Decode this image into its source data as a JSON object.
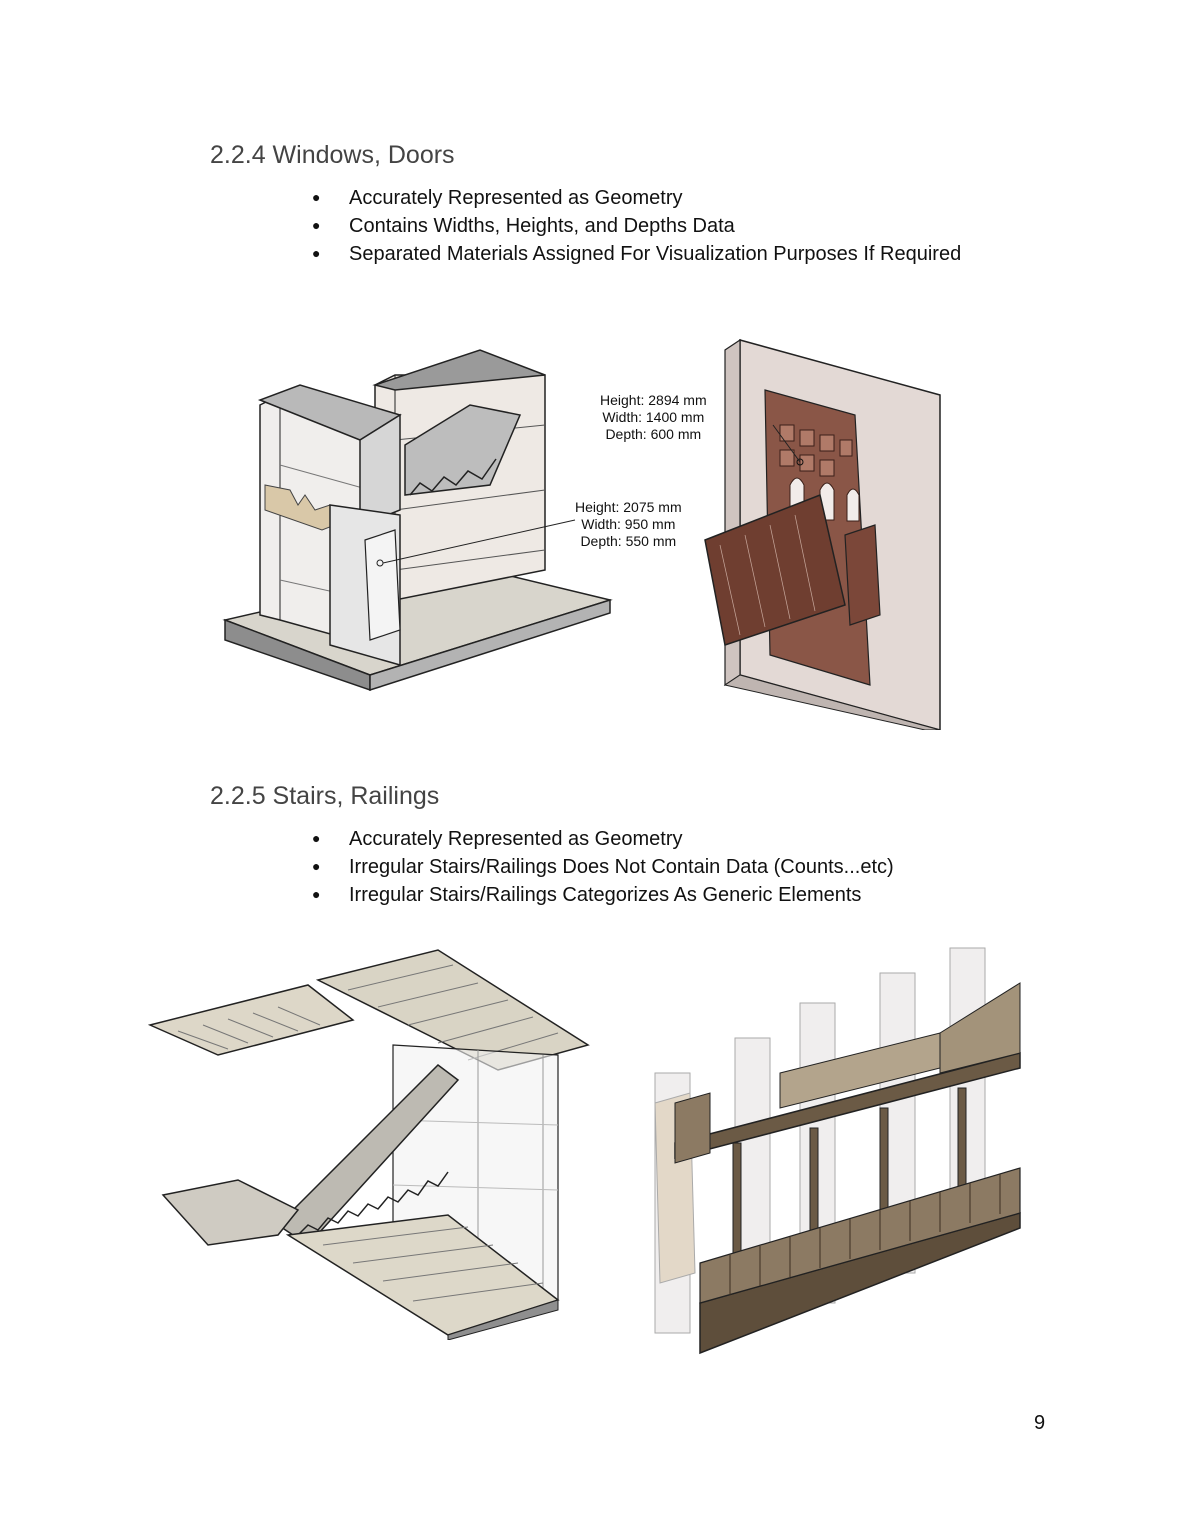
{
  "sections": [
    {
      "heading": "2.2.4 Windows, Doors",
      "bullets": [
        "Accurately Represented as Geometry",
        "Contains Widths, Heights, and Depths Data",
        "Separated Materials Assigned For Visualization Purposes If Required"
      ],
      "annotations": [
        {
          "height": "Height: 2894 mm",
          "width": "Width: 1400 mm",
          "depth": "Depth: 600 mm"
        },
        {
          "height": "Height: 2075 mm",
          "width": "Width: 950 mm",
          "depth": "Depth: 550 mm"
        }
      ]
    },
    {
      "heading": "2.2.5 Stairs, Railings",
      "bullets": [
        "Accurately Represented as Geometry",
        "Irregular Stairs/Railings Does Not Contain Data (Counts...etc)",
        "Irregular Stairs/Railings Categorizes As Generic Elements"
      ]
    }
  ],
  "bullet_glyph": "●",
  "page_number": "9",
  "colors": {
    "heading": "#444444",
    "wood": "#7a4a3a",
    "wall": "#e2d8d4",
    "concrete": "#c9c6c0",
    "railing_wood": "#6b5a45"
  }
}
